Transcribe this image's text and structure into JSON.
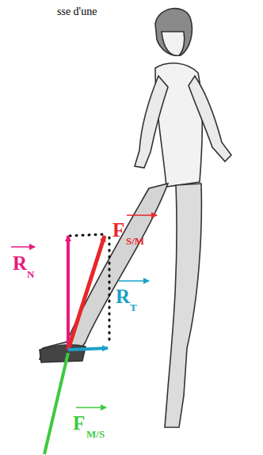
{
  "diagram": {
    "labels": [
      "sse d'une",
      "R",
      "N",
      "F",
      "S/M",
      "R",
      "T",
      "F",
      "M/S"
    ]
  }
}
